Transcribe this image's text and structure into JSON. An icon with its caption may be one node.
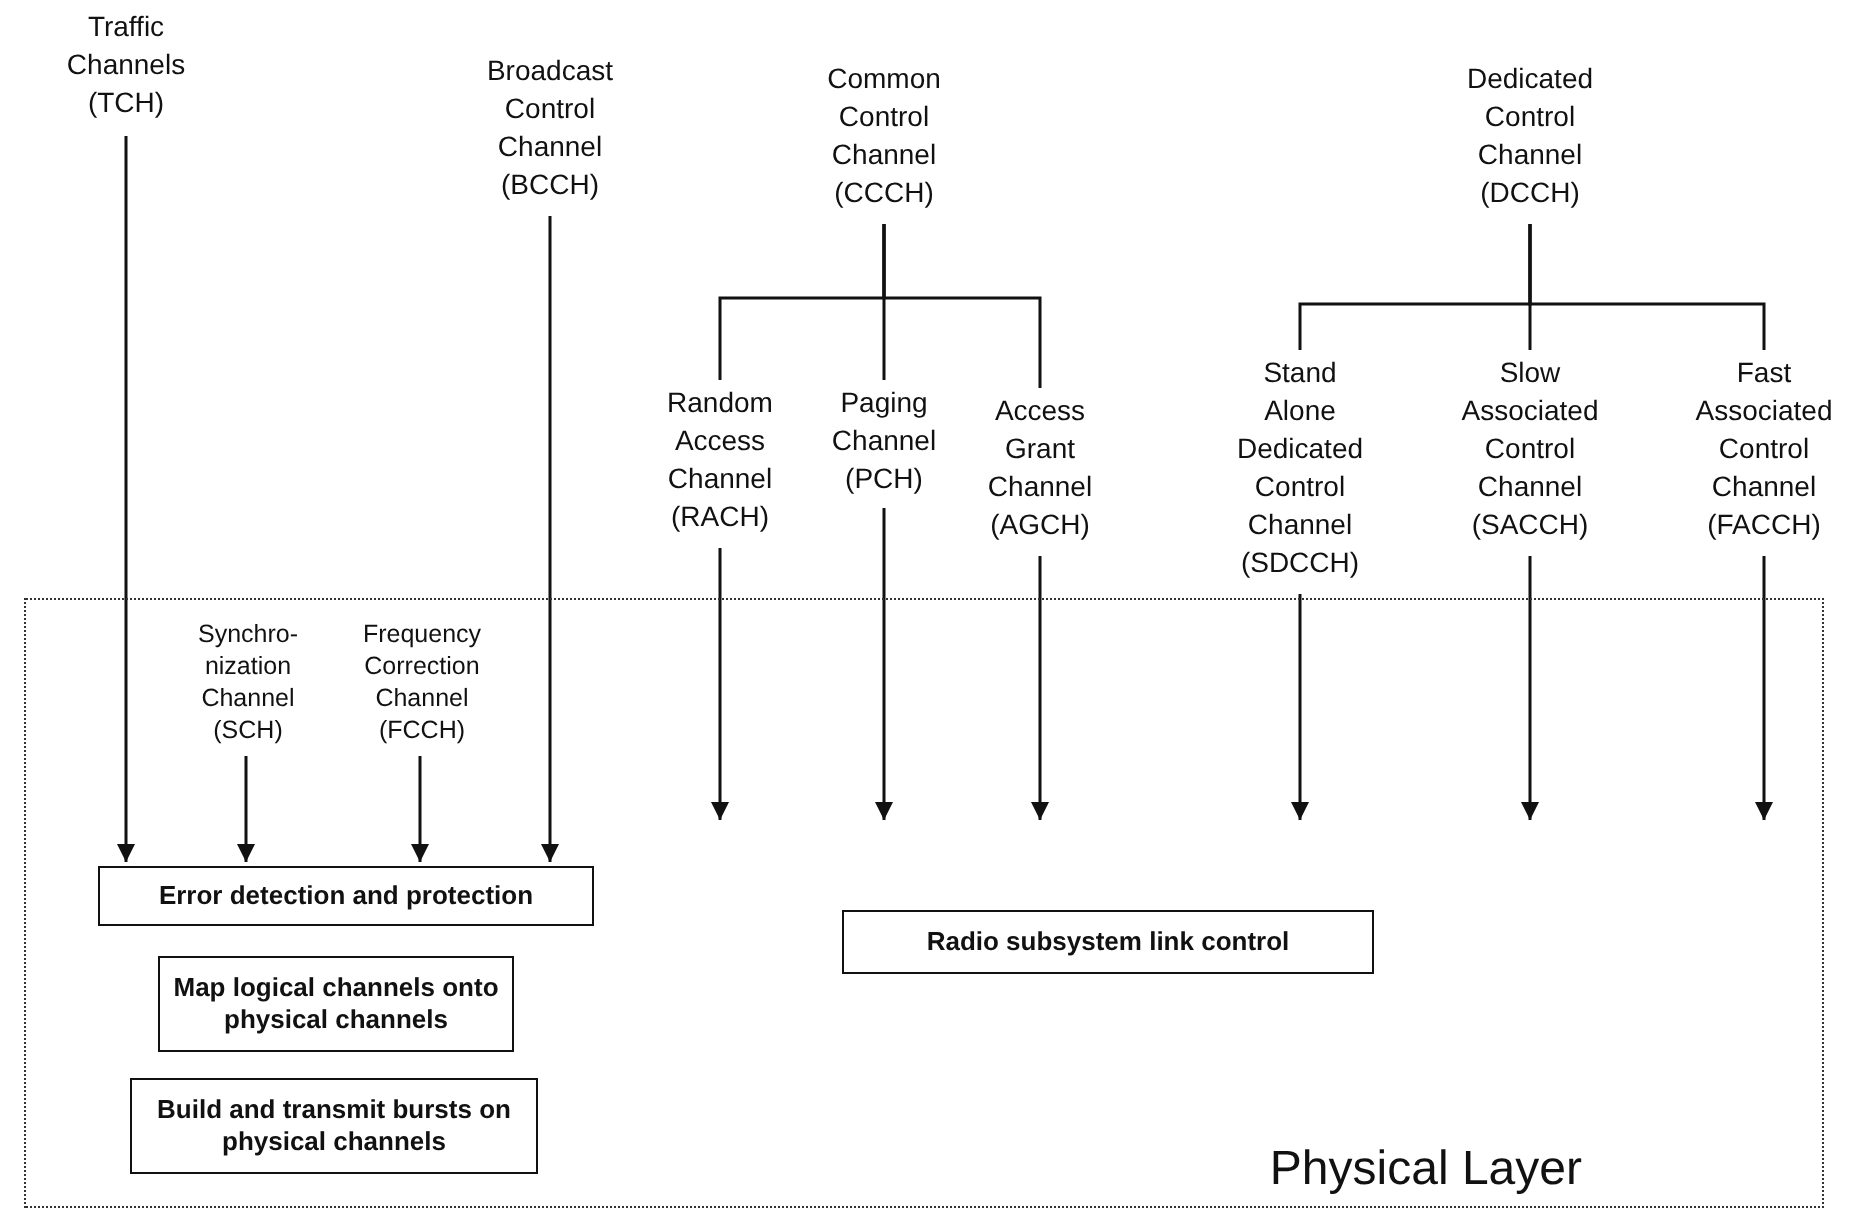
{
  "diagram": {
    "nodes": [
      {
        "text": [
          "Traffic Channels (TCH)"
        ]
      },
      {
        "text": [
          "Broadcast Control Channel (BCCH)"
        ]
      },
      {
        "text": [
          "Common Control Channel (CCCH)"
        ]
      },
      {
        "text": [
          "Dedicated Control Channel (DCCH)"
        ]
      },
      {
        "text": [
          "Random Access Channel (RACH)"
        ]
      },
      {
        "text": [
          "Paging Channel (PCH)"
        ]
      },
      {
        "text": [
          "Access Grant Channel (AGCH)"
        ]
      },
      {
        "text": [
          "Stand Alone Dedicated Control Channel (SDCCH)"
        ]
      },
      {
        "text": [
          "Slow Associated Control Channel (SACCH)"
        ]
      },
      {
        "text": [
          "Fast Associated Control Channel (FACCH)"
        ]
      },
      {
        "text": [
          "Physical Layer"
        ]
      },
      {
        "text": [
          "Synchro-nization Channel (SCH)"
        ],
        "in": 10
      },
      {
        "text": [
          "Frequency Correction Channel (FCCH)"
        ],
        "in": 10
      },
      {
        "text": [
          "Error detection and protection"
        ],
        "in": 10
      },
      {
        "text": [
          "Map logical channels onto physical channels"
        ],
        "in": 10
      },
      {
        "text": [
          "Build and transmit bursts on physical channels"
        ],
        "in": 10
      },
      {
        "text": [
          "Radio subsystem link control"
        ],
        "in": 10
      }
    ],
    "edges": [
      {
        "from": 2,
        "to": 4,
        "arrow": "none"
      },
      {
        "from": 2,
        "to": 5,
        "arrow": "none"
      },
      {
        "from": 2,
        "to": 6,
        "arrow": "none"
      },
      {
        "from": 3,
        "to": 7,
        "arrow": "none"
      },
      {
        "from": 3,
        "to": 8,
        "arrow": "none"
      },
      {
        "from": 3,
        "to": 9,
        "arrow": "none"
      },
      {
        "from": 0,
        "to": 13,
        "arrow": "to"
      },
      {
        "from": 11,
        "to": 13,
        "arrow": "to"
      },
      {
        "from": 12,
        "to": 13,
        "arrow": "to"
      },
      {
        "from": 1,
        "to": 13,
        "arrow": "to"
      },
      {
        "from": 4,
        "to": null,
        "arrow": "to"
      },
      {
        "from": 5,
        "to": null,
        "arrow": "to"
      },
      {
        "from": 6,
        "to": null,
        "arrow": "to"
      },
      {
        "from": 7,
        "to": null,
        "arrow": "to"
      },
      {
        "from": 8,
        "to": null,
        "arrow": "to"
      },
      {
        "from": 9,
        "to": null,
        "arrow": "to"
      }
    ]
  }
}
